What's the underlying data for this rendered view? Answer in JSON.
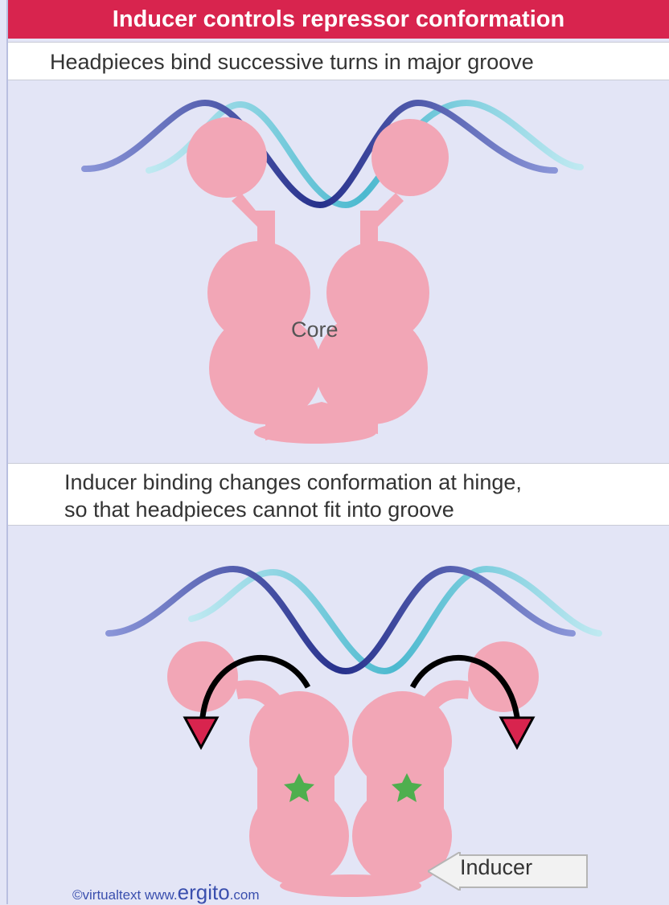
{
  "title": "Inducer controls repressor conformation",
  "panel1": {
    "caption": "Headpieces bind successive turns in major groove",
    "core_label": "Core"
  },
  "panel2": {
    "caption_line1": "Inducer binding changes conformation at hinge,",
    "caption_line2": "so that headpieces cannot  fit into groove",
    "inducer_label": "Inducer"
  },
  "credit": {
    "prefix": "©virtualtext  www.",
    "brand": "ergito",
    "suffix": ".com"
  },
  "colors": {
    "title_bar": "#d8244e",
    "background": "#e3e5f6",
    "protein": "#f2a6b6",
    "dna_dark": "#2b3593",
    "dna_light": "#5fc3d6",
    "inducer_star": "#4eaf4e",
    "arrow_head": "#d8244e",
    "credit_text": "#3a4fae"
  },
  "icons": [
    "dna-helix-icon",
    "repressor-protein-icon",
    "inducer-star-icon",
    "curved-arrow-icon"
  ]
}
